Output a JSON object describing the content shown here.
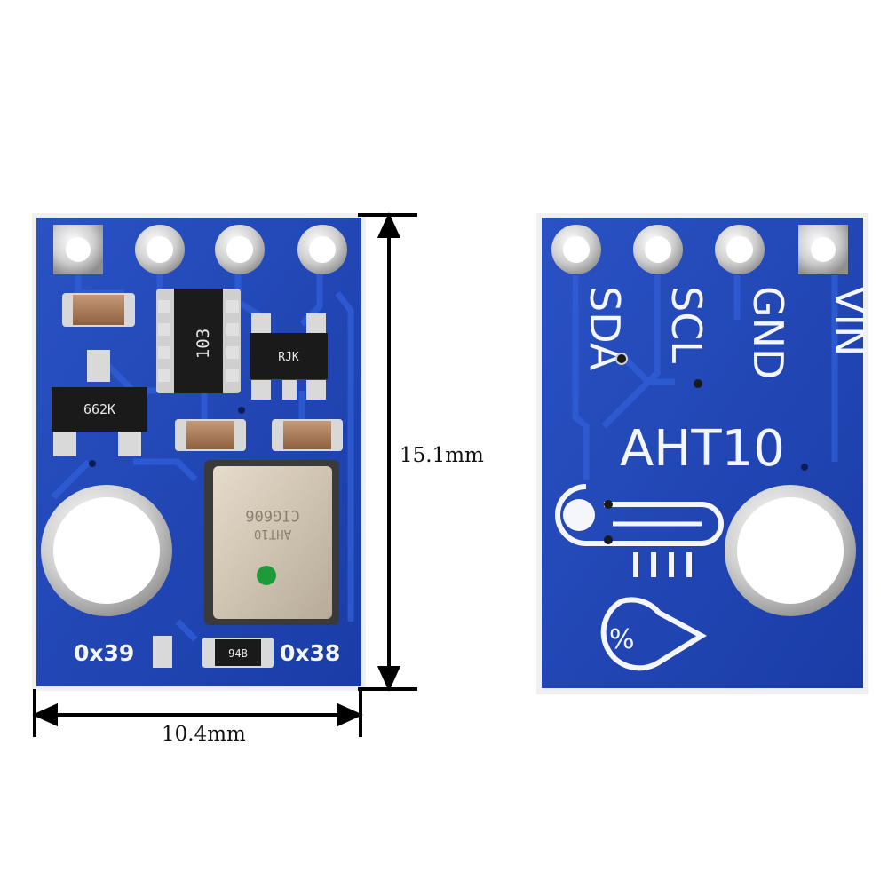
{
  "dimensions": {
    "height": "15.1mm",
    "width": "10.4mm"
  },
  "front_board": {
    "resistor_array_marking": "103",
    "transistor_marking": "662K",
    "regulator_marking": "RJK",
    "sensor_marking_line1": "CIG606",
    "sensor_marking_line2": "AHT10",
    "small_resistor_marking": "94B",
    "address_left": "0x39",
    "address_right": "0x38"
  },
  "back_board": {
    "pin_labels": [
      "SDA",
      "SCL",
      "GND",
      "VIN"
    ],
    "model_label": "AHT10",
    "humidity_symbol": "%"
  },
  "colors": {
    "pcb_blue": "#1f45b5",
    "pcb_edge": "#f2f2f2",
    "silkscreen": "#f4f6fb",
    "pad_silver": "#d9d9d9"
  }
}
